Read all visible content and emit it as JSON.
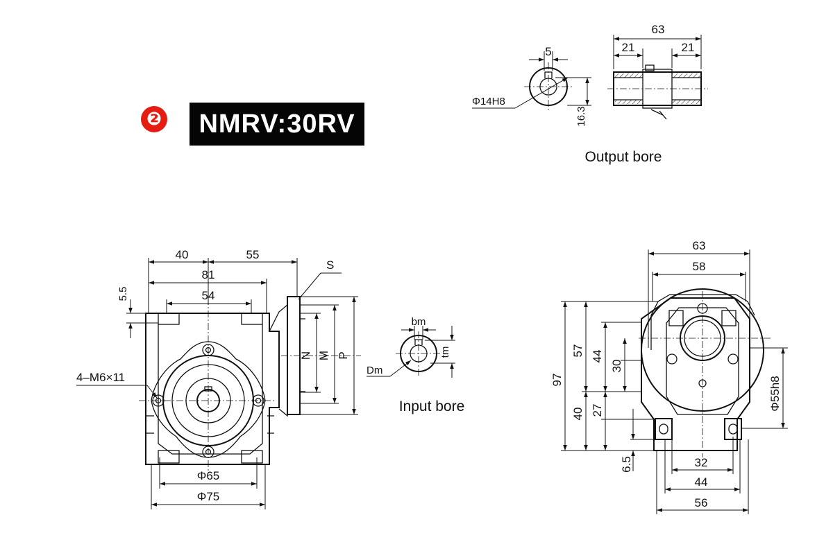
{
  "header": {
    "badge": "❷",
    "model": "NMRV:30RV"
  },
  "output_bore": {
    "caption": "Output bore",
    "key_width": "5",
    "bore_dia": "Φ14H8",
    "key_height": "16.3",
    "length_total": "63",
    "length_left": "21",
    "length_right": "21"
  },
  "input_bore": {
    "caption": "Input bore",
    "bm": "bm",
    "tm": "tm",
    "dm": "Dm"
  },
  "side_view": {
    "d40": "40",
    "d55": "55",
    "d81": "81",
    "d54": "54",
    "d5_5": "5.5",
    "s": "S",
    "n": "N",
    "m": "M",
    "p": "P",
    "thread": "4–M6×11",
    "phi65": "Φ65",
    "phi75": "Φ75"
  },
  "front_view": {
    "w63": "63",
    "w58": "58",
    "h97": "97",
    "h57": "57",
    "h44": "44",
    "h30": "30",
    "h40": "40",
    "h27": "27",
    "h6_5": "6.5",
    "b32": "32",
    "b44": "44",
    "b56": "56",
    "phi55": "Φ55h8"
  }
}
